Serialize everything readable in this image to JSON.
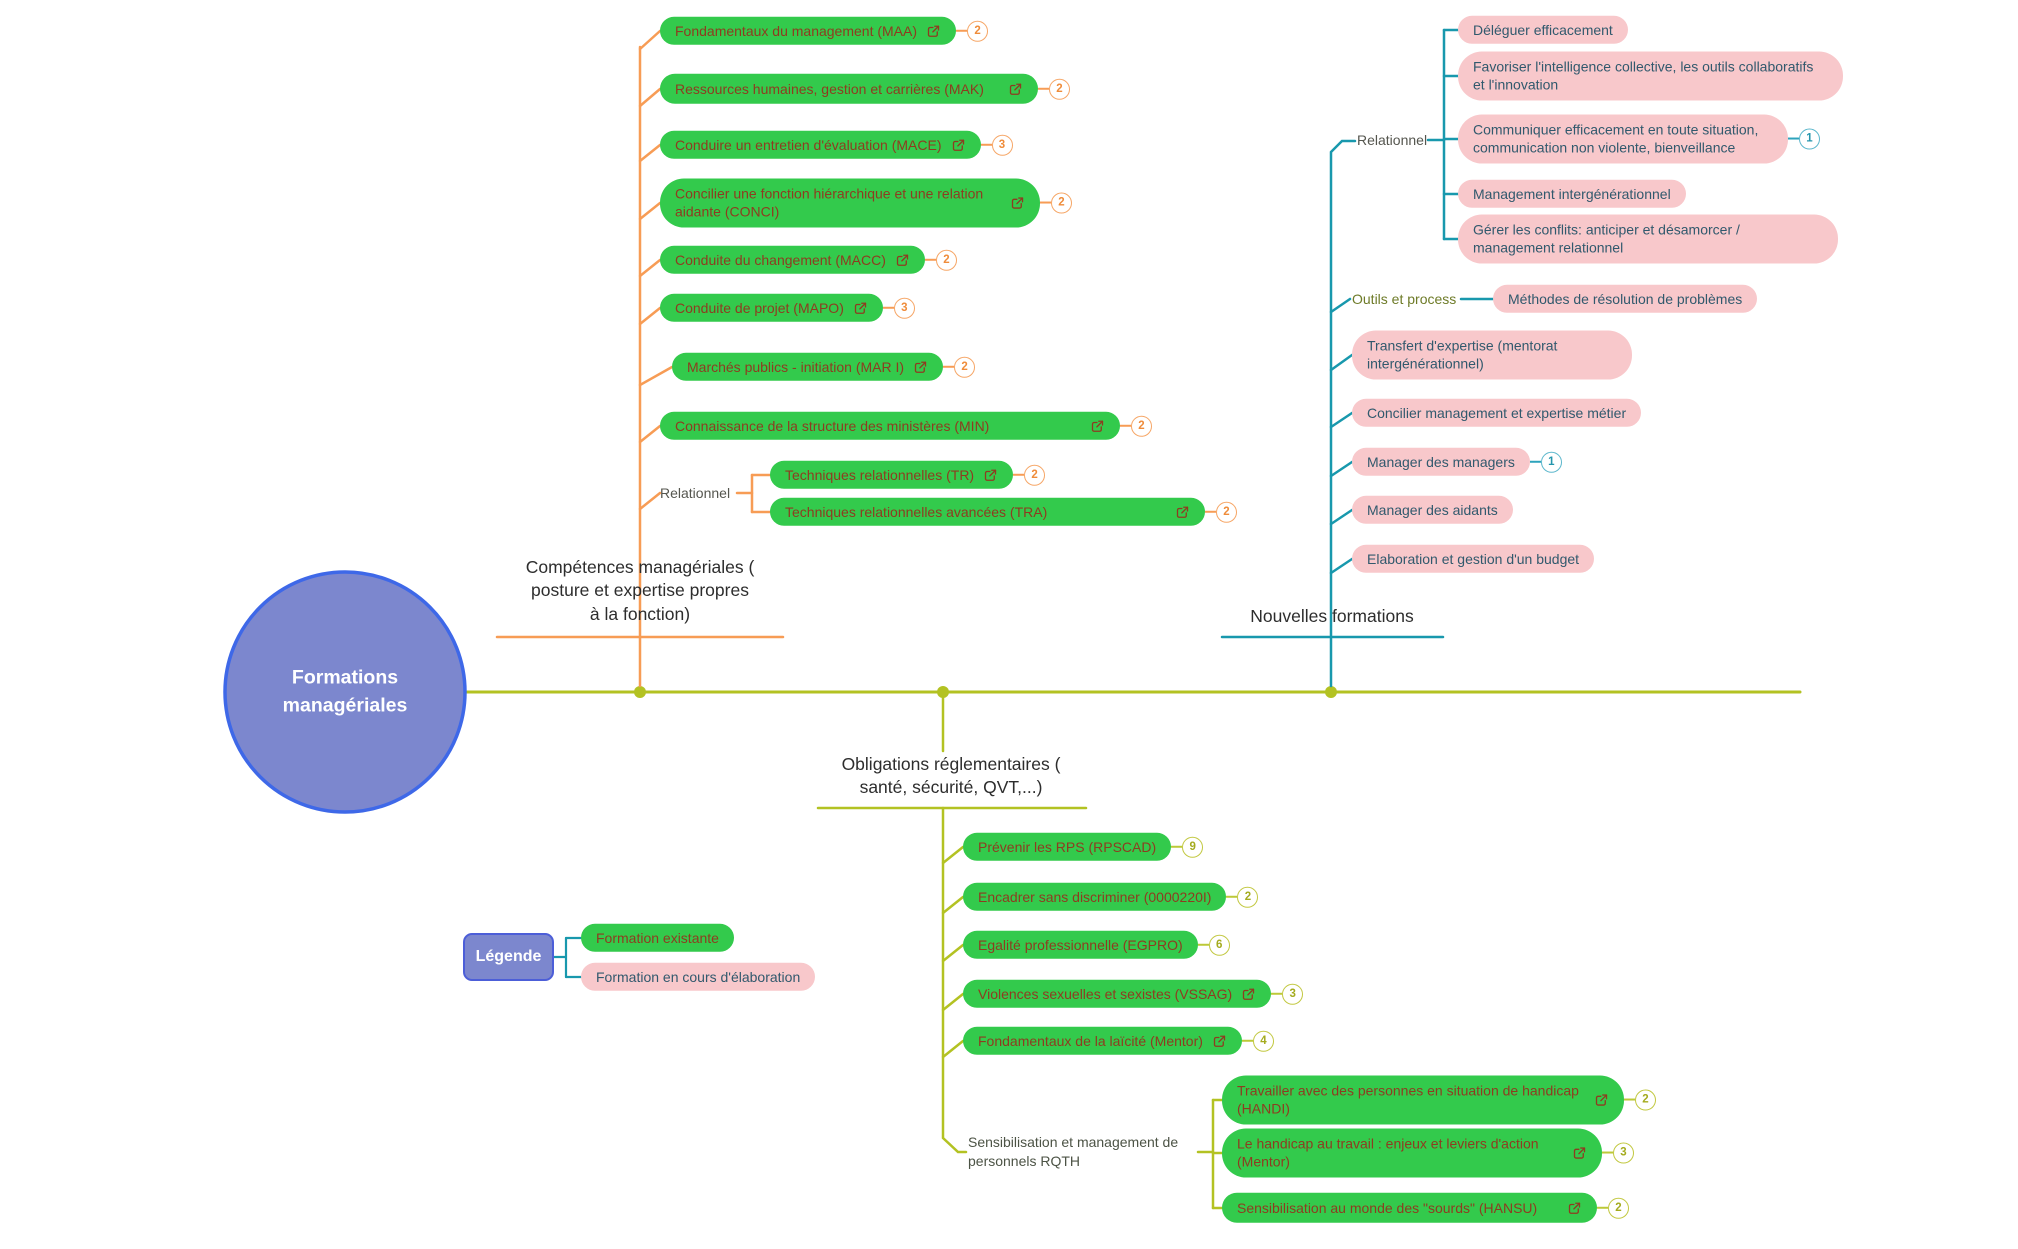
{
  "root": {
    "label": "Formations managériales"
  },
  "colors": {
    "main_line": "#b3c222",
    "branch_competences": "#f79c55",
    "branch_nouvelles": "#1898ad",
    "branch_obligations": "#b3c222",
    "node_existing": "#33ca4c",
    "node_draft": "#f8c8cb",
    "root_fill": "#7c87ce",
    "root_border": "#3e68e8"
  },
  "branches": {
    "competences": {
      "title": [
        "Compétences managériales (",
        "posture et expertise propres",
        "à la fonction)"
      ],
      "labels": {
        "relationnel": "Relationnel"
      },
      "nodes": {
        "maa": {
          "label": "Fondamentaux du management (MAA)",
          "badge": "2"
        },
        "mak": {
          "label": "Ressources humaines, gestion et carrières (MAK)",
          "badge": "2"
        },
        "mace": {
          "label": "Conduire un entretien d'évaluation (MACE)",
          "badge": "3"
        },
        "conci": {
          "label": "Concilier une fonction hiérarchique et une relation aidante (CONCI)",
          "badge": "2"
        },
        "macc": {
          "label": "Conduite du changement (MACC)",
          "badge": "2"
        },
        "mapo": {
          "label": "Conduite de projet (MAPO)",
          "badge": "3"
        },
        "mar": {
          "label": "Marchés publics - initiation (MAR I)",
          "badge": "2"
        },
        "min": {
          "label": "Connaissance de la structure des ministères (MIN)",
          "badge": "2"
        },
        "tr": {
          "label": "Techniques relationnelles (TR)",
          "badge": "2"
        },
        "tra": {
          "label": "Techniques relationnelles avancées (TRA)",
          "badge": "2"
        }
      }
    },
    "nouvelles": {
      "title": "Nouvelles formations",
      "labels": {
        "relationnel": "Relationnel",
        "outils": "Outils et process"
      },
      "nodes": {
        "deleguer": {
          "label": "Déléguer efficacement"
        },
        "favoriser": {
          "label": "Favoriser l'intelligence collective, les outils collaboratifs et l'innovation"
        },
        "communiquer": {
          "label": "Communiquer efficacement en toute situation, communication non violente, bienveillance",
          "badge": "1"
        },
        "intergen": {
          "label": "Management intergénérationnel"
        },
        "conflits": {
          "label": "Gérer les conflits: anticiper et désamorcer / management relationnel"
        },
        "methodes": {
          "label": "Méthodes de résolution de problèmes"
        },
        "transfert": {
          "label": "Transfert d'expertise (mentorat intergénérationnel)"
        },
        "concilier": {
          "label": "Concilier management et expertise métier"
        },
        "managers": {
          "label": "Manager des managers",
          "badge": "1"
        },
        "aidants": {
          "label": "Manager des aidants"
        },
        "budget": {
          "label": "Elaboration et gestion d'un budget"
        }
      }
    },
    "obligations": {
      "title": [
        "Obligations réglementaires (",
        "santé, sécurité, QVT,...)"
      ],
      "labels": {
        "rqth": "Sensibilisation et management de personnels RQTH"
      },
      "nodes": {
        "rps": {
          "label": "Prévenir les RPS (RPSCAD)",
          "badge": "9"
        },
        "encadrer": {
          "label": "Encadrer sans discriminer (0000220I)",
          "badge": "2"
        },
        "egalite": {
          "label": "Egalité professionnelle (EGPRO)",
          "badge": "6"
        },
        "vssag": {
          "label": "Violences sexuelles et sexistes (VSSAG)",
          "badge": "3"
        },
        "laicite": {
          "label": "Fondamentaux de la laïcité (Mentor)",
          "badge": "4"
        },
        "handi": {
          "label": "Travailler avec des personnes en situation de handicap (HANDI)",
          "badge": "2"
        },
        "mentor": {
          "label": "Le handicap au travail : enjeux et leviers d'action (Mentor)",
          "badge": "3"
        },
        "hansu": {
          "label": "Sensibilisation au monde des \"sourds\" (HANSU)",
          "badge": "2"
        }
      }
    }
  },
  "legend": {
    "title": "Légende",
    "existing": "Formation existante",
    "draft": "Formation en cours d'élaboration"
  }
}
